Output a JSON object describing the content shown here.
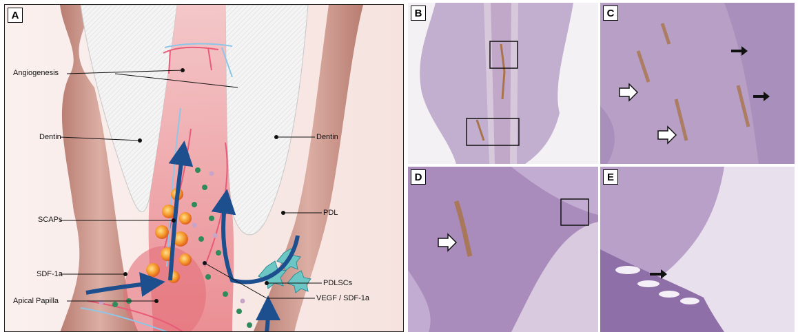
{
  "panels": {
    "a": {
      "letter": "A"
    },
    "b": {
      "letter": "B"
    },
    "c": {
      "letter": "C"
    },
    "d": {
      "letter": "D"
    },
    "e": {
      "letter": "E"
    }
  },
  "labels": {
    "angiogenesis": "Angiogenesis",
    "dentin_left": "Dentin",
    "dentin_right": "Dentin",
    "scaps": "SCAPs",
    "pdl": "PDL",
    "sdf": "SDF-1a",
    "pdlscs": "PDLSCs",
    "apical_papilla": "Apical Papilla",
    "vegf_sdf": "VEGF / SDF-1a"
  },
  "colors": {
    "background_pink": "#f7e6e3",
    "tooth_brown": "#c9958a",
    "dentin_white": "#f2f2f2",
    "pulp_pink": "#ee9ea0",
    "arrow_blue": "#1d4f8f",
    "histology_purple": "#b79fc6",
    "stain_brown": "#a9744a"
  },
  "icons": [
    "solid-arrow-icon",
    "hollow-arrow-icon",
    "inset-box-icon"
  ]
}
